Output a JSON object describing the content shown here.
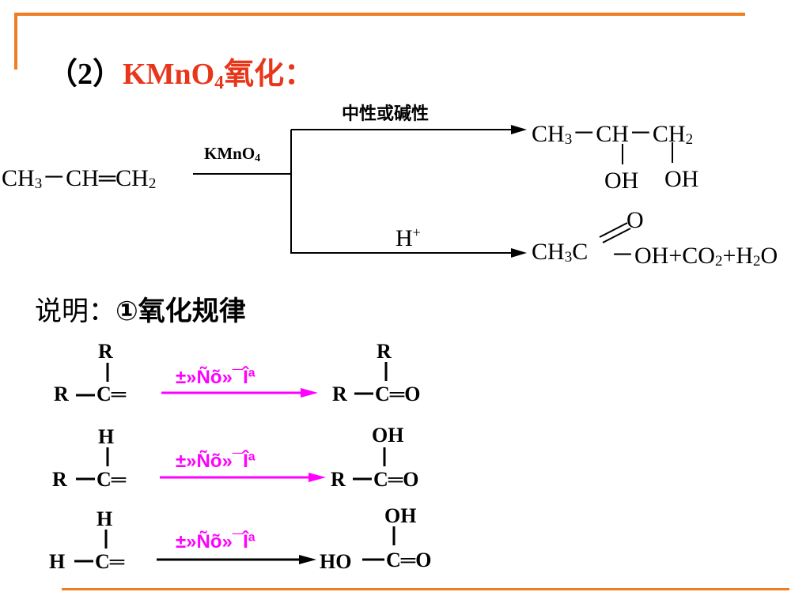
{
  "title": {
    "number": "（2）",
    "reaction": "KMnO",
    "sub": "4",
    "suffix": "氧化："
  },
  "propene_eq": {
    "reactant": {
      "ch3": "CH",
      "ch3_sub": "3",
      "bond1": "－CH",
      "eq": "═",
      "ch2": "CH",
      "ch2_sub": "2"
    },
    "reagent": {
      "name": "KMnO",
      "sub": "4"
    },
    "branch_neutral": {
      "condition": "中性或碱性",
      "product": {
        "ch3": "CH",
        "ch3_sub": "3",
        "dash1": "－",
        "ch": "CH",
        "dash2": "－",
        "ch2": "CH",
        "ch2_sub": "2",
        "oh1": "OH",
        "oh2": "OH"
      }
    },
    "branch_acid": {
      "condition": "H",
      "condition_sup": "+",
      "product": {
        "left": "CH",
        "left_sub": "3",
        "c": "C",
        "o": "O",
        "rest": "OH+CO",
        "co2_sub": "2",
        "plus_h": "+H",
        "h2_sub": "2",
        "tail": "O"
      }
    }
  },
  "note": {
    "prefix": "说明：",
    "circle": "①",
    "text": "氧化规律"
  },
  "rules": [
    {
      "left_top": "R",
      "left_side": "R",
      "left_c": "C",
      "eq": "═",
      "arrow_label": "±»Ñõ»¯Îª",
      "right_top": "R",
      "right_side": "R",
      "right_c": "C",
      "right_o": "O",
      "arrow_color": "#ff00ff"
    },
    {
      "left_top": "H",
      "left_side": "R",
      "left_c": "C",
      "eq": "═",
      "arrow_label": "±»Ñõ»¯Îª",
      "right_top": "OH",
      "right_side": "R",
      "right_c": "C",
      "right_o": "O",
      "arrow_color": "#ff00ff"
    },
    {
      "left_top": "H",
      "left_side": "H",
      "left_c": "C",
      "eq": "═",
      "arrow_label": "±»Ñõ»¯Îª",
      "right_top": "OH",
      "right_side": "HO",
      "right_c": "C",
      "right_o": "O",
      "arrow_color": "#000000"
    }
  ],
  "colors": {
    "frame": "#ef7d22",
    "title_red": "#e8361b",
    "arrow_magenta": "#ff00ff"
  }
}
